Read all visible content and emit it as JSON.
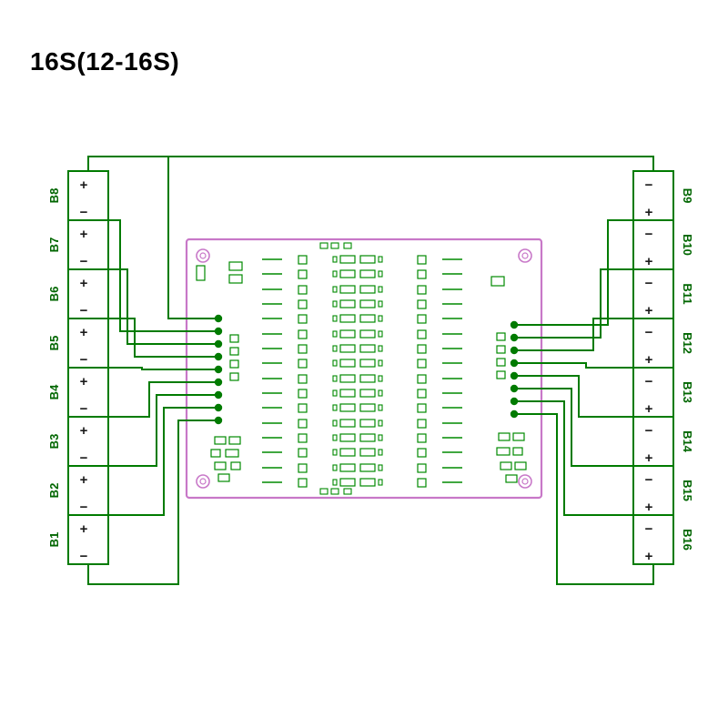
{
  "title": "16S(12-16S)",
  "colors": {
    "wire": "#007b00",
    "component": "#008a00",
    "pcb_outline": "#c878c8",
    "battery_outline": "#007b00",
    "label_text": "#006600",
    "terminal_text": "#1a1a1a",
    "title_text": "#000000",
    "background": "#ffffff"
  },
  "left_batteries": [
    {
      "label": "B8",
      "top_terminal": "+",
      "bottom_terminal": "−"
    },
    {
      "label": "B7",
      "top_terminal": "+",
      "bottom_terminal": "−"
    },
    {
      "label": "B6",
      "top_terminal": "+",
      "bottom_terminal": "−"
    },
    {
      "label": "B5",
      "top_terminal": "+",
      "bottom_terminal": "−"
    },
    {
      "label": "B4",
      "top_terminal": "+",
      "bottom_terminal": "−"
    },
    {
      "label": "B3",
      "top_terminal": "+",
      "bottom_terminal": "−"
    },
    {
      "label": "B2",
      "top_terminal": "+",
      "bottom_terminal": "−"
    },
    {
      "label": "B1",
      "top_terminal": "+",
      "bottom_terminal": "−"
    }
  ],
  "right_batteries": [
    {
      "label": "B9",
      "top_terminal": "−",
      "bottom_terminal": "+"
    },
    {
      "label": "B10",
      "top_terminal": "−",
      "bottom_terminal": "+"
    },
    {
      "label": "B11",
      "top_terminal": "−",
      "bottom_terminal": "+"
    },
    {
      "label": "B12",
      "top_terminal": "−",
      "bottom_terminal": "+"
    },
    {
      "label": "B13",
      "top_terminal": "−",
      "bottom_terminal": "+"
    },
    {
      "label": "B14",
      "top_terminal": "−",
      "bottom_terminal": "+"
    },
    {
      "label": "B15",
      "top_terminal": "−",
      "bottom_terminal": "+"
    },
    {
      "label": "B16",
      "top_terminal": "−",
      "bottom_terminal": "+"
    }
  ],
  "pcb": {
    "resistor_rows": 16,
    "mounting_holes": 4,
    "left_balance_pads": 9,
    "right_balance_pads": 8
  }
}
